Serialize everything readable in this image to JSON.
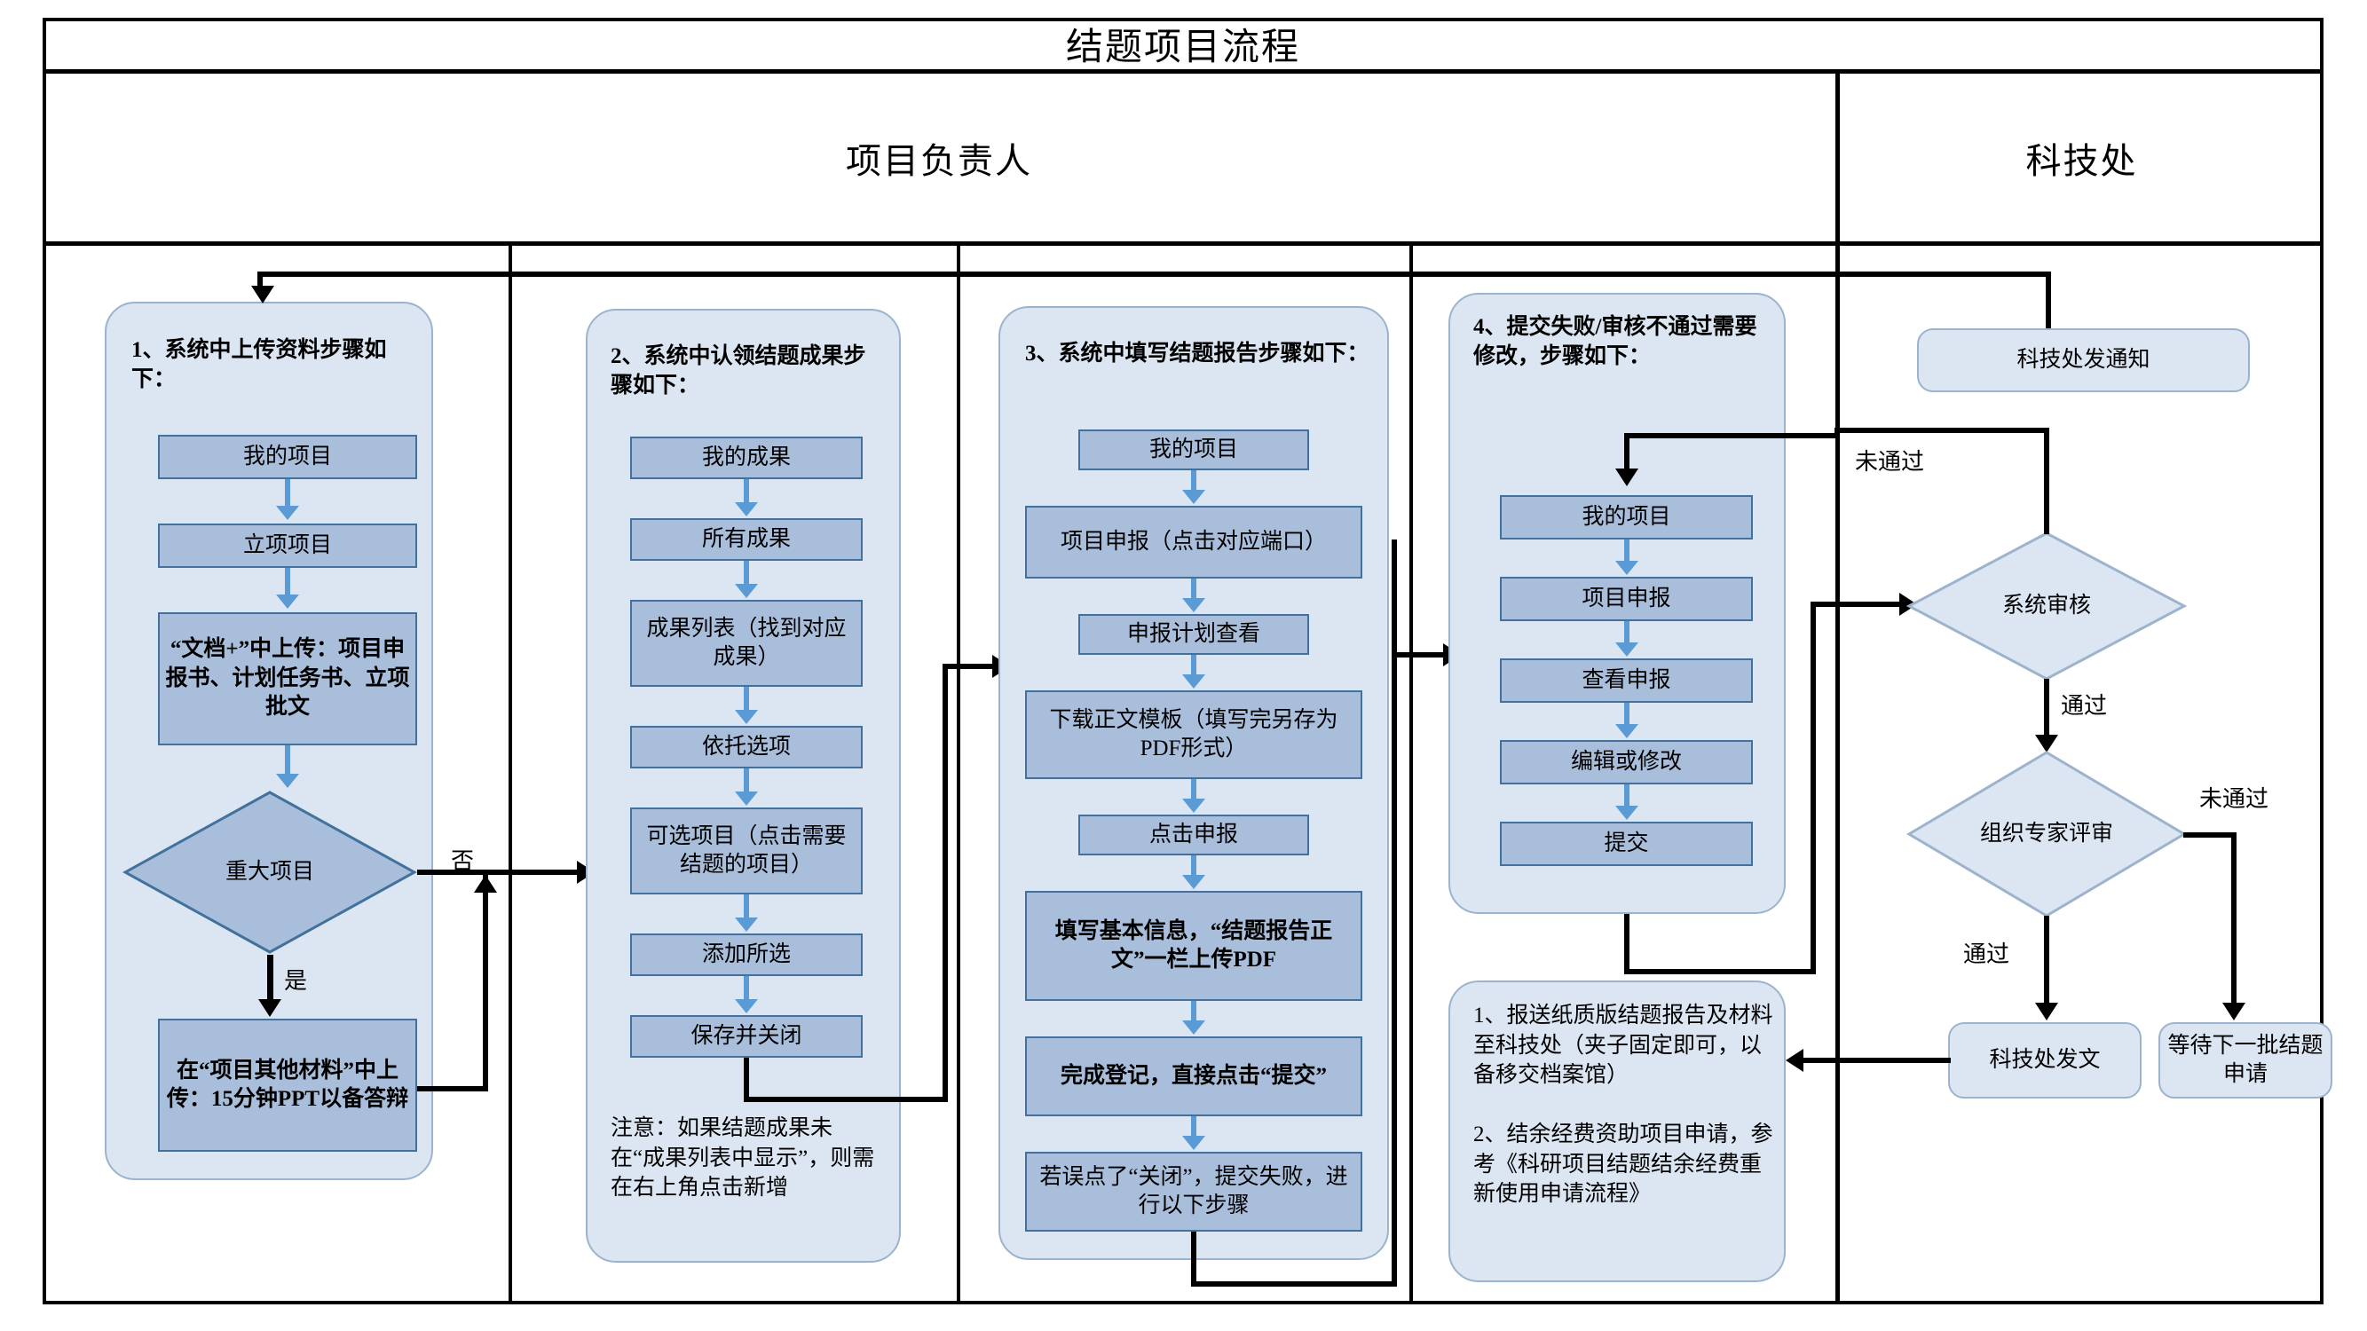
{
  "title": "结题项目流程",
  "lanes": [
    {
      "id": "owner",
      "label": "项目负责人"
    },
    {
      "id": "dept",
      "label": "科技处"
    }
  ],
  "colors": {
    "box_fill": "#a9bedb",
    "box_border": "#41719c",
    "group_fill": "#dce6f2",
    "group_border": "#9cb3ce",
    "blue_arrow": "#5b9bd5",
    "black_line": "#000000"
  },
  "groups": [
    {
      "id": "g1",
      "title": "1、系统中上传资料步骤如下：",
      "steps": [
        {
          "label": "我的项目"
        },
        {
          "label": "立项项目"
        },
        {
          "label": "“文档+”中上传：项目申报书、计划任务书、立项批文"
        }
      ],
      "decision": {
        "label": "重大项目",
        "yes": "是",
        "no": "否"
      },
      "after_yes": {
        "label": "在“项目其他材料”中上传：15分钟PPT以备答辩"
      }
    },
    {
      "id": "g2",
      "title": "2、系统中认领结题成果步骤如下：",
      "steps": [
        {
          "label": "我的成果"
        },
        {
          "label": "所有成果"
        },
        {
          "label": "成果列表（找到对应成果）"
        },
        {
          "label": "依托选项"
        },
        {
          "label": "可选项目（点击需要结题的项目）"
        },
        {
          "label": "添加所选"
        },
        {
          "label": "保存并关闭"
        }
      ],
      "note": "注意：如果结题成果未在“成果列表中显示”，则需在右上角点击新增"
    },
    {
      "id": "g3",
      "title": "3、系统中填写结题报告步骤如下：",
      "steps": [
        {
          "label": "我的项目"
        },
        {
          "label": "项目申报（点击对应端口）"
        },
        {
          "label": "申报计划查看"
        },
        {
          "label": "下载正文模板（填写完另存为PDF形式）"
        },
        {
          "label": "点击申报"
        },
        {
          "label": "填写基本信息，“结题报告正文”一栏上传PDF"
        },
        {
          "label": "完成登记，直接点击“提交”"
        },
        {
          "label": "若误点了“关闭”，提交失败，进行以下步骤"
        }
      ]
    },
    {
      "id": "g4",
      "title": "4、提交失败/审核不通过需要修改，步骤如下：",
      "steps": [
        {
          "label": "我的项目"
        },
        {
          "label": "项目申报"
        },
        {
          "label": "查看申报"
        },
        {
          "label": "编辑或修改"
        },
        {
          "label": "提交"
        }
      ]
    },
    {
      "id": "g5",
      "note": "1、报送纸质版结题报告及材料至科技处（夹子固定即可，以备移交档案馆）\n\n2、结余经费资助项目申请，参考《科研项目结题结余经费重新使用申请流程》"
    }
  ],
  "dept_nodes": {
    "notice": "科技处发通知",
    "system_review": "系统审核",
    "expert_review": "组织专家评审",
    "issue_doc": "科技处发文",
    "wait_next": "等待下一批结题申请"
  },
  "edge_labels": {
    "no": "否",
    "yes": "是",
    "fail_1": "未通过",
    "pass_1": "通过",
    "fail_2": "未通过",
    "pass_2": "通过"
  }
}
